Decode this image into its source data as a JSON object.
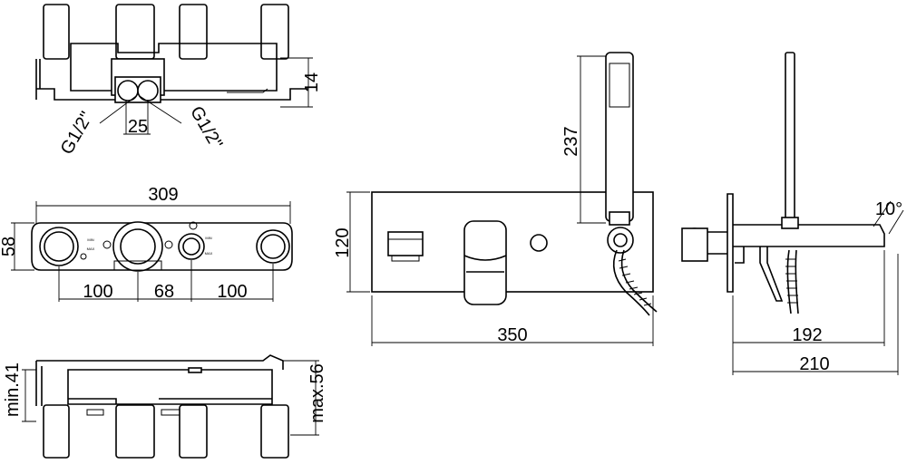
{
  "dimensions": {
    "top_view": {
      "height": "14",
      "spacing": "25",
      "left_inlet": "G1/2\"",
      "right_inlet": "G1/2\""
    },
    "mid_view": {
      "overall": "309",
      "height": "58",
      "seg1": "100",
      "seg2": "68",
      "seg3": "100"
    },
    "bottom_view": {
      "min": "min.41",
      "max": "max.56"
    },
    "front_view": {
      "width": "350",
      "height": "120",
      "hand_shower": "237"
    },
    "side_view": {
      "angle": "10°",
      "spout": "192",
      "depth": "210"
    }
  },
  "markings": {
    "min": "MIN",
    "max": "MAX"
  }
}
